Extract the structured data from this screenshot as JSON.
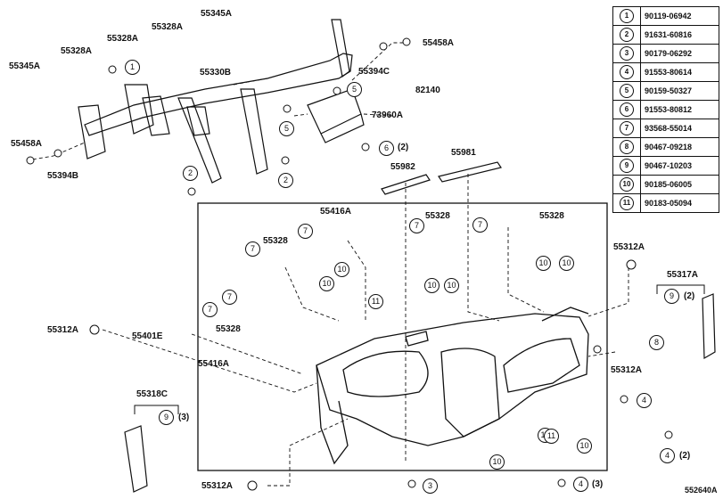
{
  "diagram_code": "552640A",
  "legend": [
    {
      "num": "1",
      "part": "90119-06942"
    },
    {
      "num": "2",
      "part": "91631-60816"
    },
    {
      "num": "3",
      "part": "90179-06292"
    },
    {
      "num": "4",
      "part": "91553-80614"
    },
    {
      "num": "5",
      "part": "90159-50327"
    },
    {
      "num": "6",
      "part": "91553-80812"
    },
    {
      "num": "7",
      "part": "93568-55014"
    },
    {
      "num": "8",
      "part": "90467-09218"
    },
    {
      "num": "9",
      "part": "90467-10203"
    },
    {
      "num": "10",
      "part": "90185-06005"
    },
    {
      "num": "11",
      "part": "90183-05094"
    }
  ],
  "labels": {
    "p55345A_top": "55345A",
    "p55328A_top1": "55328A",
    "p55328A_top2": "55328A",
    "p55328A_left": "55328A",
    "p55345A_left": "55345A",
    "p55330B": "55330B",
    "p55458A_right": "55458A",
    "p55394C": "55394C",
    "p82140": "82140",
    "p73960A": "73960A",
    "p55458A_left": "55458A",
    "p55394B": "55394B",
    "p55982": "55982",
    "p55981": "55981",
    "p55416A_top": "55416A",
    "p55328_a": "55328",
    "p55328_b": "55328",
    "p55328_c": "55328",
    "p55328_d": "55328",
    "p55312A_right_top": "55312A",
    "p55317A": "55317A",
    "p55312A_left": "55312A",
    "p55401E": "55401E",
    "p55416A_bottom": "55416A",
    "p55312A_right_mid": "55312A",
    "p55318C": "55318C",
    "p55312A_bottom": "55312A"
  },
  "qty": {
    "q6": "(2)",
    "q9_right": "(2)",
    "q9_left": "(3)",
    "q4_bottom_right": "(2)",
    "q4_bottom": "(3)"
  },
  "callouts": {
    "c1": "1",
    "c2a": "2",
    "c2b": "2",
    "c3": "3",
    "c4a": "4",
    "c4b": "4",
    "c4c": "4",
    "c5a": "5",
    "c5b": "5",
    "c6": "6",
    "c7a": "7",
    "c7b": "7",
    "c7c": "7",
    "c7d": "7",
    "c7e": "7",
    "c7f": "7",
    "c8": "8",
    "c9a": "9",
    "c9b": "9",
    "c10a": "10",
    "c10b": "10",
    "c10c": "10",
    "c10d": "10",
    "c10e": "10",
    "c10f": "10",
    "c10g": "10",
    "c10h": "10",
    "c10i": "10",
    "c11a": "11",
    "c11b": "11"
  }
}
